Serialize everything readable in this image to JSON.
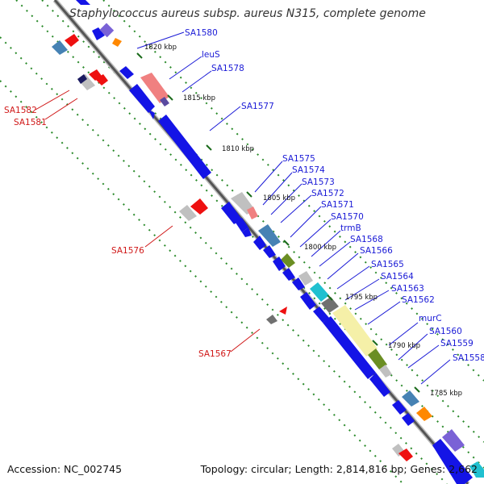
{
  "title": "Staphylococcus aureus subsp. aureus N315, complete genome",
  "footer": {
    "accession": "Accession: NC_002745",
    "summary": "Topology: circular; Length: 2,814,816 bp; Genes: 2,662"
  },
  "colors": {
    "forward_label": "#1a1ad6",
    "reverse_label": "#d01818",
    "backbone": "#5a5a5a",
    "dotted_track": "#2a8a2a",
    "gene_blue": "#1414e6",
    "gene_red": "#ee1010"
  },
  "scale_labels": [
    "1820 kbp",
    "1815 kbp",
    "1810 kbp",
    "1805 kbp",
    "1800 kbp",
    "1795 kbp",
    "1790 kbp",
    "1785 kbp"
  ],
  "gene_labels_forward": [
    "SA1580",
    "leuS",
    "SA1578",
    "SA1577",
    "SA1575",
    "SA1574",
    "SA1573",
    "SA1572",
    "SA1571",
    "SA1570",
    "trmB",
    "SA1568",
    "SA1566",
    "SA1565",
    "SA1564",
    "SA1563",
    "SA1562",
    "murC",
    "SA1560",
    "SA1559",
    "SA1558"
  ],
  "gene_labels_reverse": [
    "SA1582",
    "SA1581",
    "SA1576",
    "SA1567"
  ]
}
